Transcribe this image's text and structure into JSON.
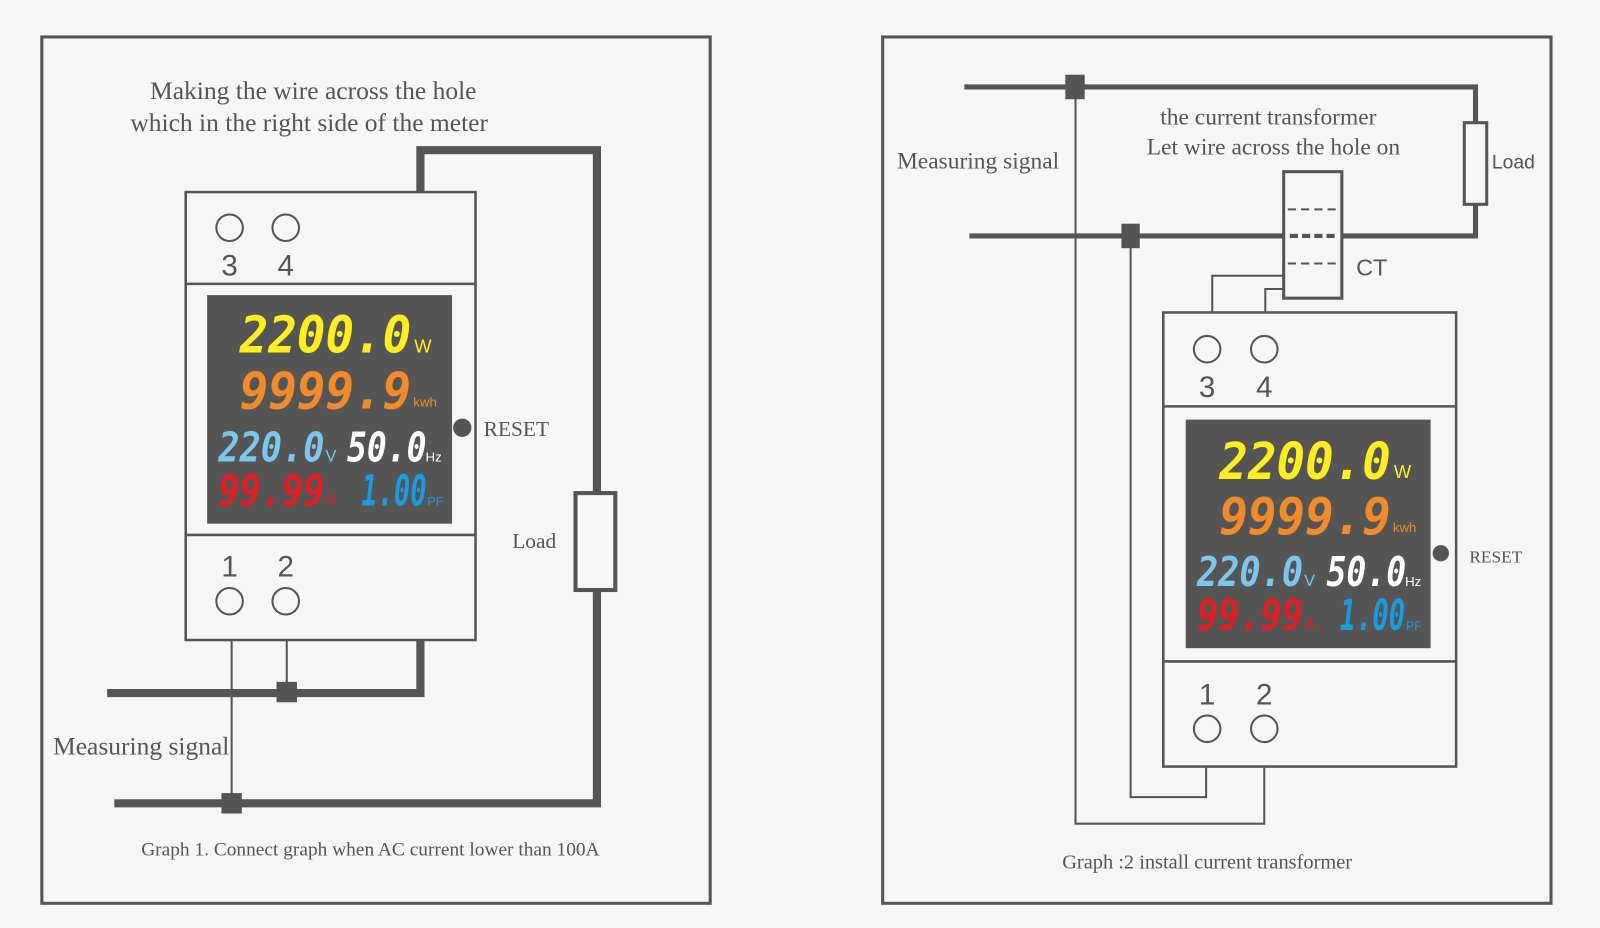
{
  "colors": {
    "background": "#f6f6f6",
    "line": "#555555",
    "lcd_bg": "#555555",
    "power": "#ffee22",
    "energy": "#f08a2a",
    "voltage": "#7cc6ec",
    "frequency": "#ffffff",
    "current": "#e01e24",
    "power_factor": "#1a9be0"
  },
  "graph1": {
    "instruction_line1": "Making the wire across the hole",
    "instruction_line2": "which in the right side of the meter",
    "measuring_label": "Measuring signal",
    "load_label": "Load",
    "caption": "Graph 1. Connect graph when AC current lower than 100A"
  },
  "graph2": {
    "instruction_line1": "the current transformer",
    "instruction_line2": "Let wire across the hole on",
    "measuring_label": "Measuring signal",
    "load_label": "Load",
    "ct_label": "CT",
    "caption": "Graph :2  install current transformer"
  },
  "meter": {
    "terminals_top": [
      "3",
      "4"
    ],
    "terminals_bottom": [
      "1",
      "2"
    ],
    "reset_label": "RESET",
    "display": {
      "power": {
        "value": "2200.0",
        "unit": "W"
      },
      "energy": {
        "value": "9999.9",
        "unit": "kwh"
      },
      "voltage": {
        "value": "220.0",
        "unit": "V"
      },
      "frequency": {
        "value": "50.0",
        "unit": "Hz"
      },
      "current": {
        "value": "99.99",
        "unit": "A"
      },
      "power_factor": {
        "value": "1.00",
        "unit": "PF"
      }
    }
  }
}
